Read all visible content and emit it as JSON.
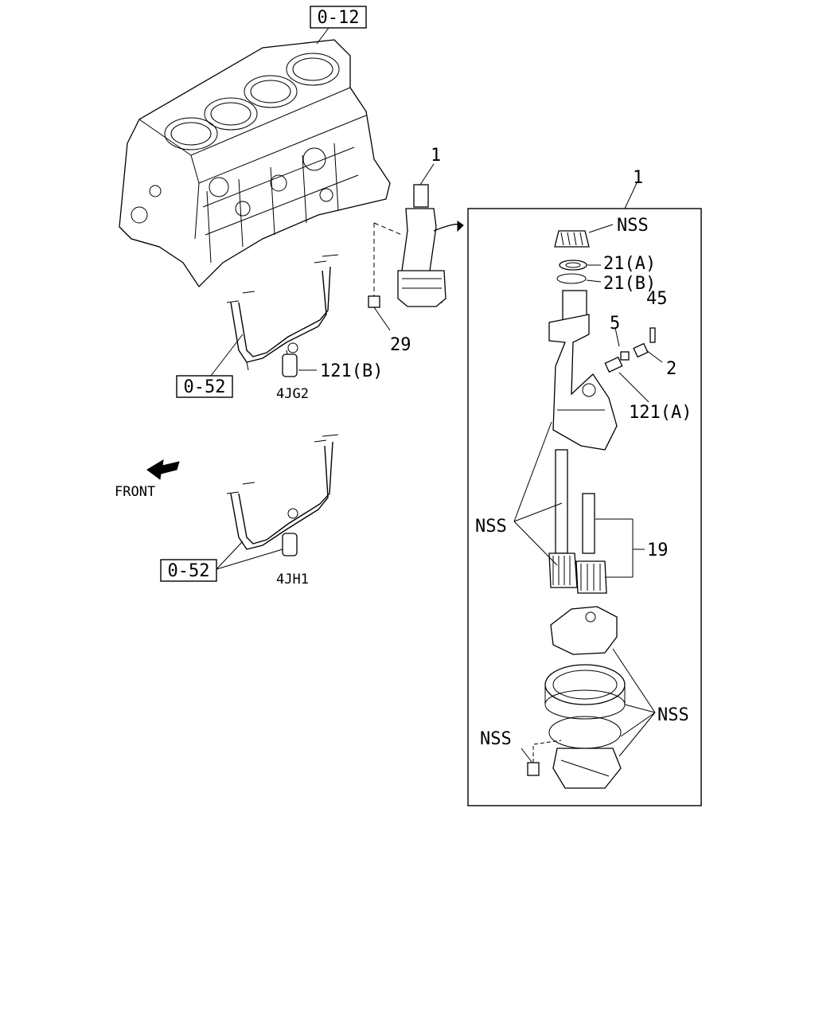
{
  "callouts": {
    "ref_0_12": "0-12",
    "ref_0_52_a": "0-52",
    "ref_0_52_b": "0-52",
    "front": "FRONT",
    "engine_4jg2": "4JG2",
    "engine_4jh1": "4JH1",
    "p1_top": "1",
    "p1_box": "1",
    "p29": "29",
    "p121b": "121(B)",
    "p121a": "121(A)",
    "p21a": "21(A)",
    "p21b": "21(B)",
    "p45": "45",
    "p5": "5",
    "p2": "2",
    "p19": "19",
    "nss_gear": "NSS",
    "nss_shaft": "NSS",
    "nss_strainer": "NSS",
    "nss_bolt": "NSS"
  },
  "colors": {
    "line": "#000000",
    "background": "#ffffff"
  }
}
